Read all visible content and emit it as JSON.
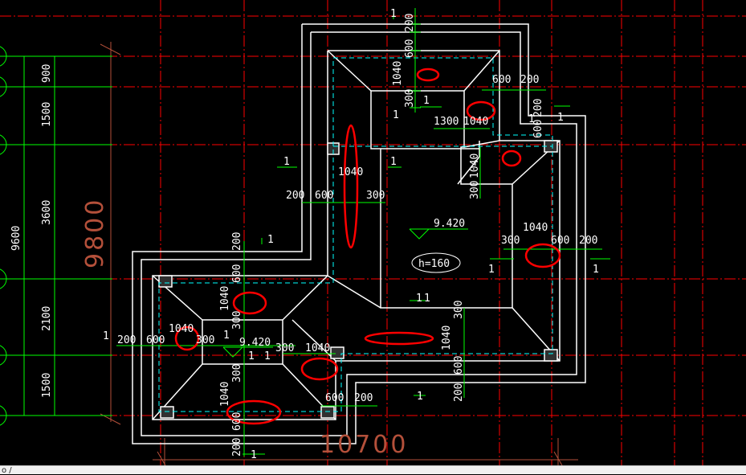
{
  "colors": {
    "background": "#000000",
    "grid": "#ff0000",
    "outline": "#ffffff",
    "dimension": "#00ff00",
    "hidden_line": "#00ffff",
    "markup": "#ff0000",
    "big_dimension": "#b4503a",
    "status_bar": "#f0f0f0"
  },
  "drawing": {
    "overall_width": "10700",
    "overall_height": "9800",
    "total_left": "9600",
    "left_segments": [
      "900",
      "1500",
      "3600",
      "2100",
      "1500"
    ],
    "elevation_main": "9.420",
    "elevation_small": "9.420",
    "slab_thickness": "h=160",
    "dims": {
      "top_200": "200",
      "top_600": "600",
      "top_1040": "1040",
      "top_300": "300",
      "tr_600": "600",
      "tr_200": "200",
      "mid_1": "1",
      "mid_300": "300",
      "mid_1040": "1040",
      "r_600": "600",
      "r_200": "200",
      "r_300": "300",
      "left_200": "200",
      "left_600": "600",
      "left_1040": "1040",
      "left_300": "300",
      "rm_300": "300",
      "rm_1040": "1040",
      "rm_600": "600",
      "rm_200": "200",
      "c_200": "200",
      "c_600": "600",
      "c_1040": "1040",
      "c_300": "300",
      "ll_1": "1",
      "ll_200": "200",
      "ll_600": "600",
      "ll_1040": "1040",
      "ll_300": "300",
      "ll_1040b": "1040",
      "ll_300b": "300",
      "lv_200": "200",
      "lv_600": "600",
      "lv_1040": "1040",
      "lv_300": "300",
      "lb_300": "300",
      "lb_1040": "1040",
      "lb_600": "600",
      "lb_200": "200",
      "b_600": "600",
      "b_200": "200",
      "br_300": "300",
      "br_1040": "1040",
      "br_600": "600",
      "br_200": "200",
      "small_300": "300",
      "sec1": "1",
      "sec2": "1",
      "sec3": "1",
      "sec4": "1",
      "sec5": "1",
      "sec6": "1",
      "sec7": "1",
      "sec8": "1",
      "sec9": "1",
      "sec10": "1",
      "sec11": "1",
      "sec12": "1",
      "sec13": "1",
      "sec14": "1",
      "sec15": "1",
      "sec16": "1",
      "sec17": "1"
    }
  },
  "status_bar": {
    "text": "o /"
  }
}
